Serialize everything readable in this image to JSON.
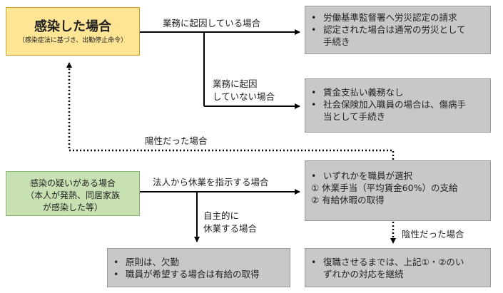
{
  "infected": {
    "title": "感染した場合",
    "subtitle": "（感染症法に基づき、出勤停止命令）"
  },
  "suspected": {
    "line1": "感染の疑いがある場合",
    "line2": "（本人が発熱、同居家族",
    "line3": "が感染した等）"
  },
  "labels": {
    "work_related": "業務に起因している場合",
    "not_work_related_1": "業務に起因",
    "not_work_related_2": "していない場合",
    "positive": "陽性だった場合",
    "employer_leave": "法人から休業を指示する場合",
    "voluntary_1": "自主的に",
    "voluntary_2": "休業する場合",
    "negative": "陰性だった場合"
  },
  "boxes": {
    "workers_comp": {
      "bullet": "•",
      "lines": [
        "労働基準監督署へ労災認定の請求",
        "認定された場合は通常の労災として",
        "手続き"
      ]
    },
    "no_wage": {
      "bullet": "•",
      "lines": [
        "賃金支払い義務なし",
        "社会保険加入職員の場合は、傷病手",
        "当として手続き"
      ]
    },
    "choice": {
      "bullet": "•",
      "lines": [
        "いずれかを職員が選択",
        "①  休業手当（平均賃金60%）の支給",
        "②  有給休暇の取得"
      ],
      "markers": [
        "•",
        "",
        ""
      ]
    },
    "absence": {
      "bullet": "•",
      "lines": [
        "原則は、欠勤",
        "職員が希望する場合は有給の取得"
      ]
    },
    "return": {
      "bullet": "•",
      "lines": [
        "復職させるまでは、上記①・②のい",
        "ずれかの対応を継続"
      ]
    }
  },
  "colors": {
    "yellow": "#fde595",
    "green": "#c7e1b3",
    "grey": "#c8c8c8",
    "arrow": "#000000"
  }
}
